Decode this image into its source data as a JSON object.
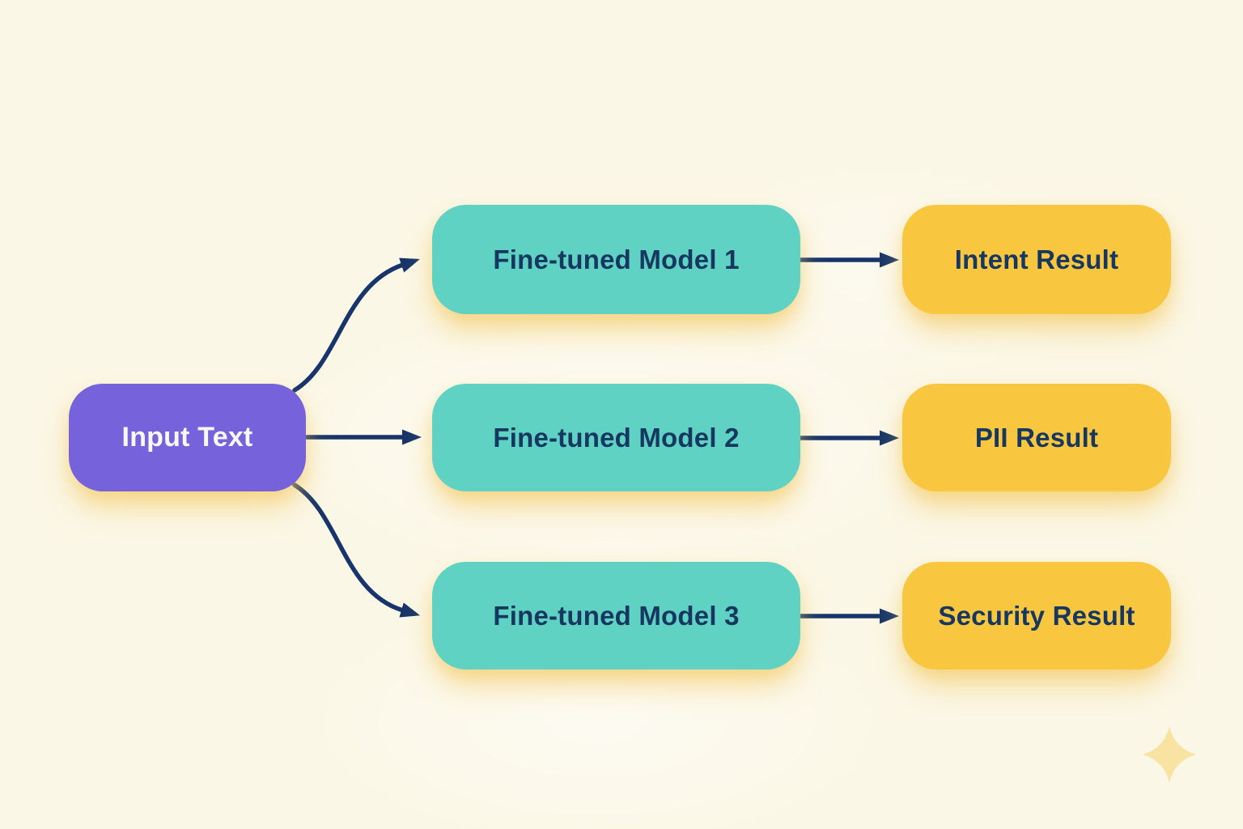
{
  "diagram": {
    "background_color": "#FBF7E6",
    "arrow_color": "#17356A",
    "colors": {
      "input_fill": "#7663DB",
      "model_fill": "#5FD2C4",
      "result_fill": "#F9C63F",
      "label_navy": "#16375F",
      "label_white": "#F8F7FC",
      "glow": "#F3C658",
      "sparkle": "#F8E3A2"
    },
    "nodes": {
      "input": {
        "id": "input",
        "label": "Input Text"
      },
      "models": [
        {
          "id": "model-1",
          "label": "Fine-tuned Model 1"
        },
        {
          "id": "model-2",
          "label": "Fine-tuned Model 2"
        },
        {
          "id": "model-3",
          "label": "Fine-tuned Model 3"
        }
      ],
      "results": [
        {
          "id": "result-intent",
          "label": "Intent Result"
        },
        {
          "id": "result-pii",
          "label": "PII Result"
        },
        {
          "id": "result-security",
          "label": "Security Result"
        }
      ]
    },
    "edges": [
      {
        "from": "input",
        "to": "model-1"
      },
      {
        "from": "input",
        "to": "model-2"
      },
      {
        "from": "input",
        "to": "model-3"
      },
      {
        "from": "model-1",
        "to": "result-intent"
      },
      {
        "from": "model-2",
        "to": "result-pii"
      },
      {
        "from": "model-3",
        "to": "result-security"
      }
    ]
  }
}
